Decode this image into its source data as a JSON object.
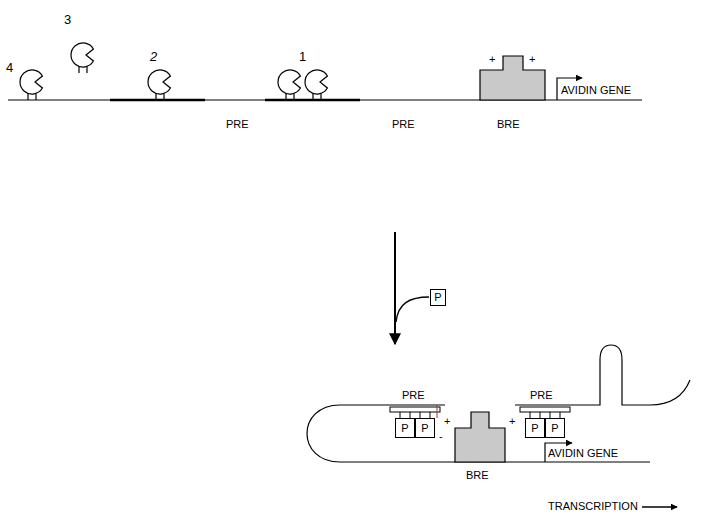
{
  "diagram": {
    "nodes": [
      {
        "text": [
          "P"
        ]
      },
      {
        "text": [
          "P"
        ]
      },
      {
        "text": [
          "P"
        ]
      },
      {
        "text": [
          "P"
        ]
      },
      {
        "text": [
          "P"
        ]
      }
    ],
    "labels": [
      "3",
      "4",
      "2",
      "1",
      "PRE",
      "PRE",
      "+",
      "+",
      "BRE",
      "AVIDIN GENE",
      "PRE",
      "PRE",
      "-",
      "+",
      "+",
      "AVIDIN GENE",
      "BRE",
      "TRANSCRIPTION"
    ]
  }
}
